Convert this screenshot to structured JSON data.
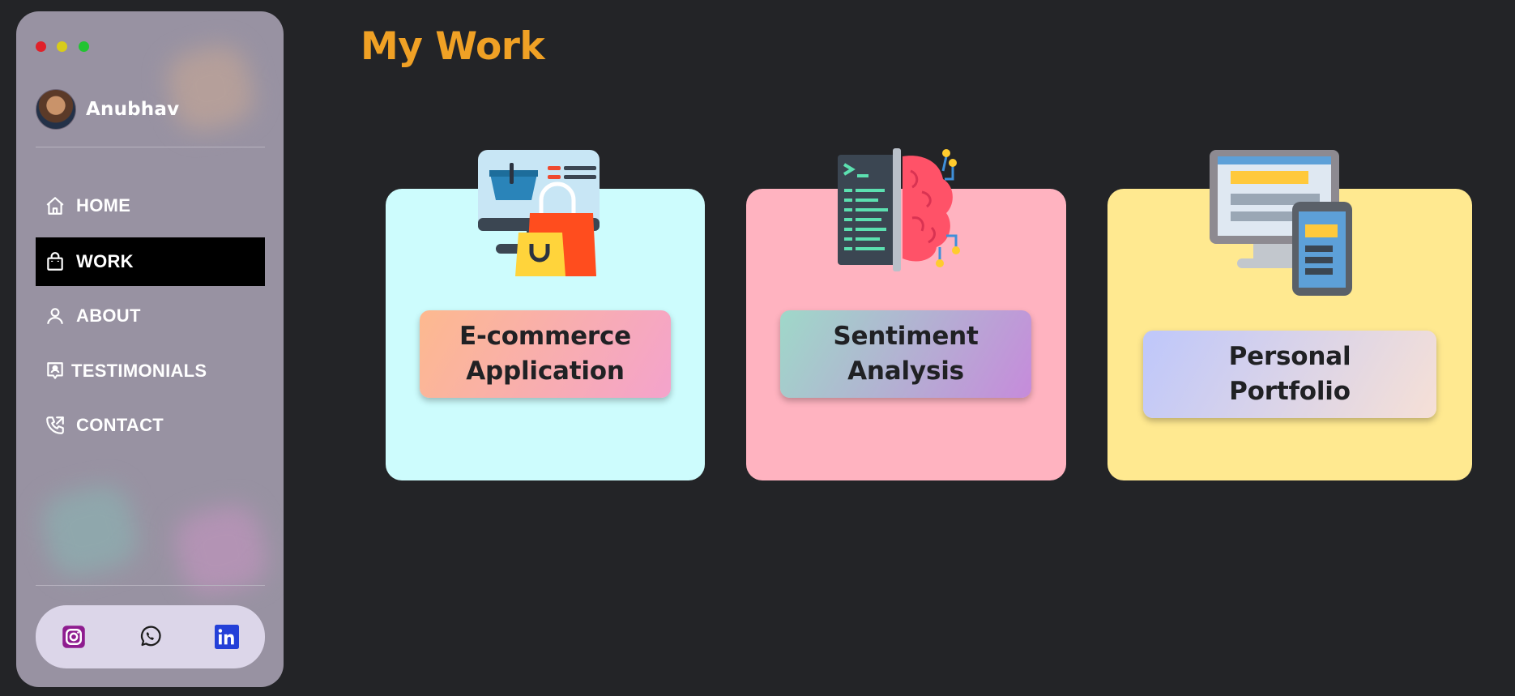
{
  "window": {
    "controls": [
      "close",
      "minimize",
      "maximize"
    ]
  },
  "profile": {
    "name": "Anubhav"
  },
  "nav": [
    {
      "label": "HOME",
      "icon": "home-icon",
      "active": false
    },
    {
      "label": "WORK",
      "icon": "shopping-bag-icon",
      "active": true
    },
    {
      "label": "ABOUT",
      "icon": "user-icon",
      "active": false
    },
    {
      "label": "TESTIMONIALS",
      "icon": "testimonial-icon",
      "active": false
    },
    {
      "label": "CONTACT",
      "icon": "phone-icon",
      "active": false
    }
  ],
  "social": [
    {
      "name": "instagram",
      "icon": "instagram-icon",
      "color": "#8e1c8f"
    },
    {
      "name": "whatsapp",
      "icon": "whatsapp-icon",
      "color": "#1d1d1d"
    },
    {
      "name": "linkedin",
      "icon": "linkedin-icon",
      "color": "#2440d8"
    }
  ],
  "page": {
    "title": "My Work"
  },
  "projects": [
    {
      "title": "E-commerce\nApplication",
      "card_color": "#cdfcfd",
      "pill_gradient": [
        "#fdb98f",
        "#f4a3cc"
      ],
      "icon": "online-shopping-icon"
    },
    {
      "title": "Sentiment\nAnalysis",
      "card_color": "#ffb3c0",
      "pill_gradient": [
        "#9fd8c9",
        "#c68bdb"
      ],
      "icon": "code-brain-icon"
    },
    {
      "title": "Personal\nPortfolio",
      "card_color": "#ffe990",
      "pill_gradient": [
        "#bec7fb",
        "#f6e0d6"
      ],
      "icon": "responsive-devices-icon"
    }
  ]
}
